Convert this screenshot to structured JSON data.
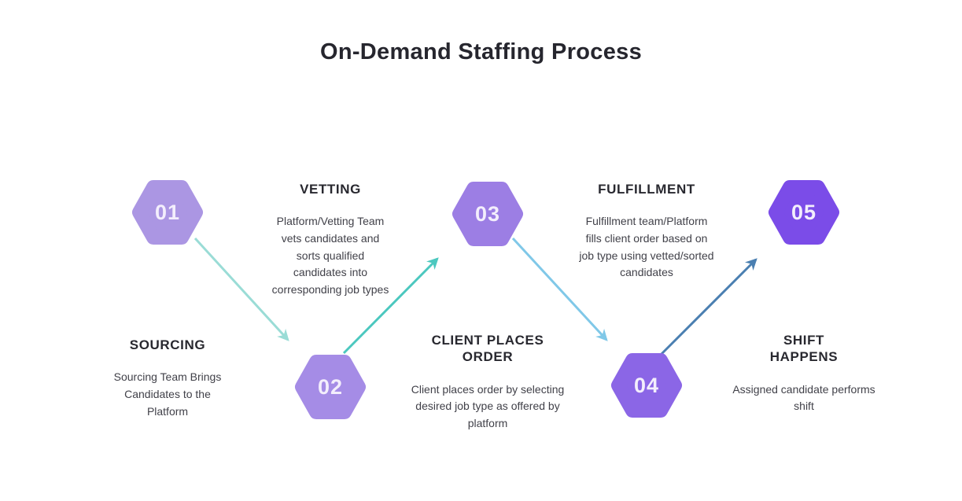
{
  "title": "On-Demand Staffing Process",
  "colors": {
    "background": "#ffffff",
    "title_text": "#26262e",
    "heading_text": "#28282f",
    "body_text": "#414149",
    "number_text": "#f3eefc"
  },
  "steps": [
    {
      "number": "01",
      "heading": "SOURCING",
      "description": "Sourcing Team Brings Candidates to the Platform",
      "hex_color": "#ab96e3",
      "hexagon_position": "top",
      "text_position": "bottom"
    },
    {
      "number": "02",
      "heading": "VETTING",
      "description": "Platform/Vetting Team vets candidates and sorts qualified candidates into corresponding job types",
      "hex_color": "#a58ce6",
      "hexagon_position": "bottom",
      "text_position": "top"
    },
    {
      "number": "03",
      "heading": "CLIENT PLACES ORDER",
      "description": "Client places order by selecting desired job type as offered by platform",
      "hex_color": "#9c7ee4",
      "hexagon_position": "top",
      "text_position": "bottom"
    },
    {
      "number": "04",
      "heading": "FULFILLMENT",
      "description": "Fulfillment team/Platform fills client order based on job type using vetted/sorted candidates",
      "hex_color": "#8b66e6",
      "hexagon_position": "bottom",
      "text_position": "top"
    },
    {
      "number": "05",
      "heading": "SHIFT HAPPENS",
      "description": "Assigned candidate performs shift",
      "hex_color": "#7b4ce8",
      "hexagon_position": "top",
      "text_position": "bottom"
    }
  ],
  "arrows": [
    {
      "from": "01",
      "to": "02",
      "color": "#9adcd6",
      "direction": "down-right"
    },
    {
      "from": "02",
      "to": "03",
      "color": "#4cc8bf",
      "direction": "up-right"
    },
    {
      "from": "03",
      "to": "04",
      "color": "#80c8e8",
      "direction": "down-right"
    },
    {
      "from": "04",
      "to": "05",
      "color": "#4a7fb1",
      "direction": "up-right"
    }
  ]
}
